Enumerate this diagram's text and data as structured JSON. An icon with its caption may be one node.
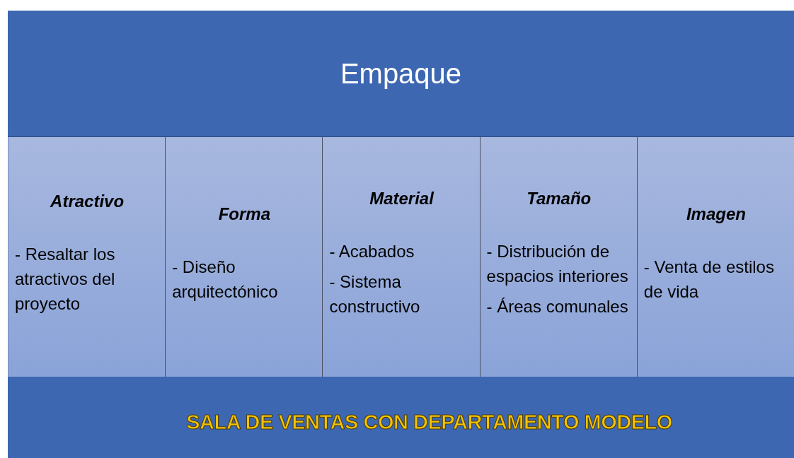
{
  "diagram": {
    "nodes": [
      {
        "text": [
          "Empaque"
        ]
      },
      {
        "text": [
          "Atractivo",
          "- Resaltar los atractivos del proyecto"
        ]
      },
      {
        "text": [
          "Forma",
          "- Diseño arquitectónico"
        ]
      },
      {
        "text": [
          "Material",
          "- Acabados",
          "- Sistema constructivo"
        ]
      },
      {
        "text": [
          "Tamaño",
          "- Distribución de espacios interiores",
          "- Áreas comunales"
        ]
      },
      {
        "text": [
          "Imagen",
          "- Venta de estilos de vida"
        ]
      },
      {
        "text": [
          "SALA DE VENTAS CON DEPARTAMENTO MODELO"
        ]
      }
    ]
  }
}
